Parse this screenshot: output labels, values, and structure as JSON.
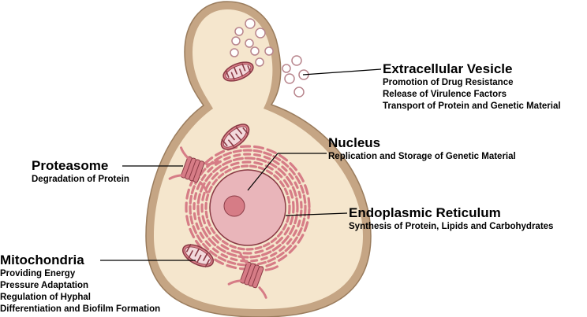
{
  "colors": {
    "cell_wall": "#c5a584",
    "wall_stroke": "#9a7c5d",
    "cytoplasm": "#f5e6cd",
    "organelle_fill": "#d67c86",
    "organelle_stroke": "#8a3a45",
    "nucleus_fill": "#e9b5ba",
    "vesicle_fill": "#ffffff",
    "vesicle_stroke": "#b8858d",
    "leader_line": "#000000"
  },
  "labels": {
    "extracellular_vesicle": {
      "title": "Extracellular Vesicle",
      "lines": [
        "Promotion of Drug Resistance",
        "Release of Virulence Factors",
        "Transport of Protein and Genetic Material"
      ]
    },
    "nucleus": {
      "title": "Nucleus",
      "lines": [
        "Replication and Storage of Genetic Material"
      ]
    },
    "proteasome": {
      "title": "Proteasome",
      "lines": [
        "Degradation of Protein"
      ]
    },
    "endoplasmic_reticulum": {
      "title": "Endoplasmic Reticulum",
      "lines": [
        "Synthesis of Protein, Lipids and Carbohydrates"
      ]
    },
    "mitochondria": {
      "title": "Mitochondria",
      "lines": [
        "Providing Energy",
        "Pressure Adaptation",
        "Regulation of Hyphal",
        "Differentiation and Biofilm Formation"
      ]
    }
  }
}
